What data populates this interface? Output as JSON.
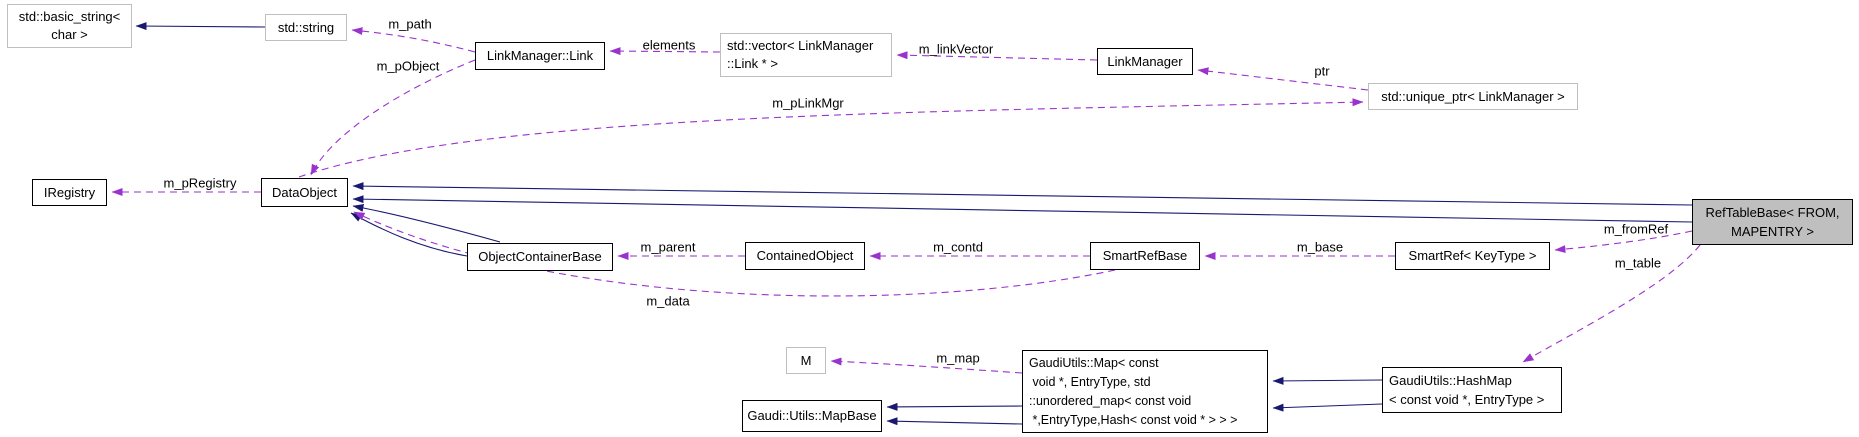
{
  "diagram": {
    "title": "RefTableBase collaboration graph",
    "colors": {
      "background": "#ffffff",
      "inheritance_edge": "#191970",
      "usage_edge": "#9a32cd",
      "node_border": "#000000",
      "external_node_border": "#bfbfbf",
      "main_node_fill": "#bfbfbf"
    },
    "nodes": {
      "basic_string": {
        "lines": [
          "std::basic_string<",
          "char >"
        ]
      },
      "std_string": {
        "label": "std::string"
      },
      "link": {
        "label": "LinkManager::Link"
      },
      "vector": {
        "lines": [
          "std::vector< LinkManager",
          "::Link * >"
        ]
      },
      "link_manager": {
        "label": "LinkManager"
      },
      "unique_ptr": {
        "label": "std::unique_ptr< LinkManager >"
      },
      "iregistry": {
        "label": "IRegistry"
      },
      "data_object": {
        "label": "DataObject"
      },
      "object_container_base": {
        "label": "ObjectContainerBase"
      },
      "contained_object": {
        "label": "ContainedObject"
      },
      "smart_ref_base": {
        "label": "SmartRefBase"
      },
      "smart_ref": {
        "label": "SmartRef< KeyType >"
      },
      "ref_table_base": {
        "lines": [
          "RefTableBase< FROM,",
          "MAPENTRY >"
        ]
      },
      "m": {
        "label": "M"
      },
      "map": {
        "lines": [
          "GaudiUtils::Map< const",
          " void *, EntryType, std",
          "::unordered_map< const void",
          " *,EntryType,Hash< const void * > > >"
        ]
      },
      "map_base": {
        "label": "Gaudi::Utils::MapBase"
      },
      "hash_map": {
        "lines": [
          "GaudiUtils::HashMap",
          "< const void *, EntryType >"
        ]
      }
    },
    "edge_labels": {
      "m_path": "m_path",
      "m_pObject": "m_pObject",
      "elements": "elements",
      "m_linkVector": "m_linkVector",
      "ptr": "ptr",
      "m_pLinkMgr": "m_pLinkMgr",
      "m_pRegistry": "m_pRegistry",
      "m_parent": "m_parent",
      "m_contd": "m_contd",
      "m_base": "m_base",
      "m_data": "m_data",
      "m_fromRef": "m_fromRef",
      "m_table": "m_table",
      "m_map": "m_map"
    }
  }
}
